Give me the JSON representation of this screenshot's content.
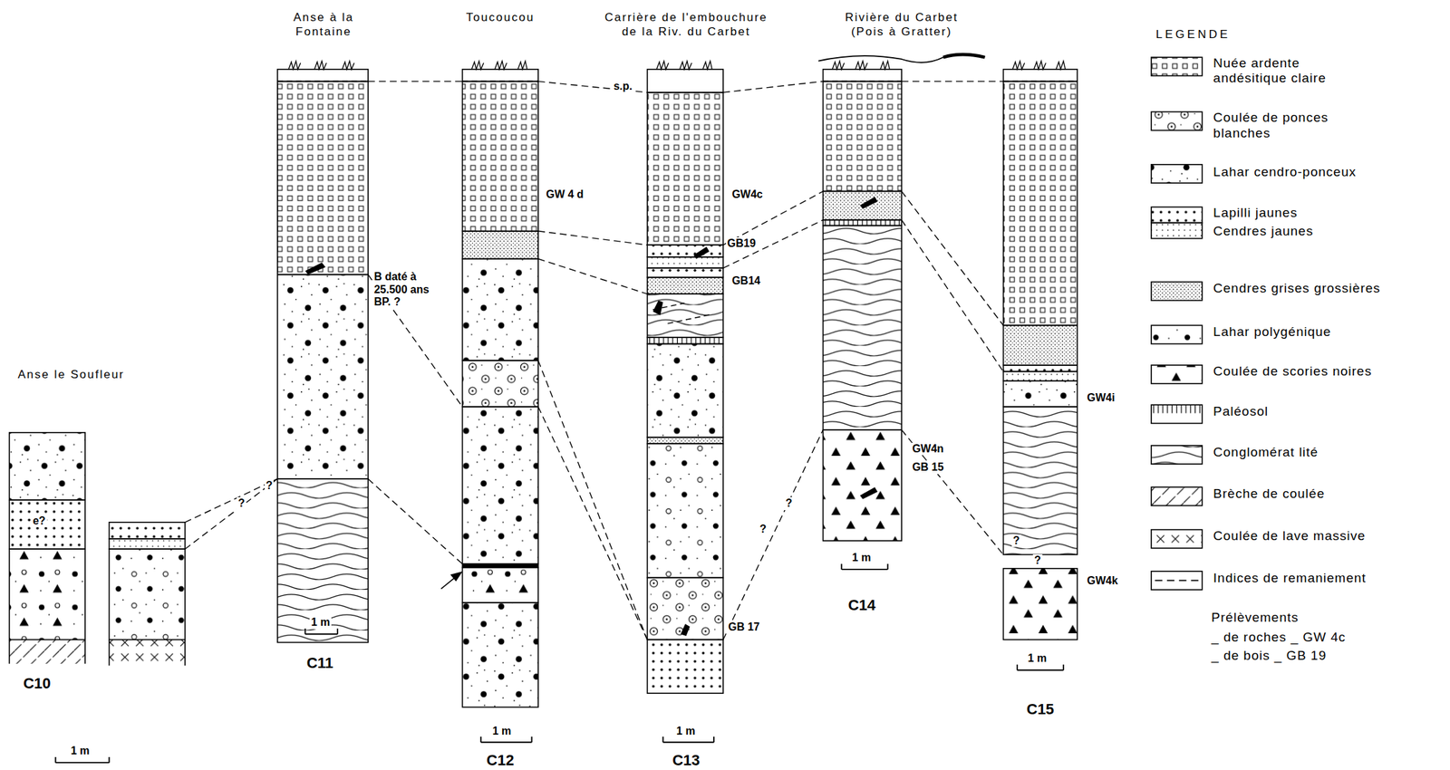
{
  "diagram": {
    "nodes": [
      {
        "text": [
          "Anse le Soufleur",
          "C10"
        ]
      },
      {
        "text": [
          "Anse à la Fontaine",
          "C11"
        ]
      },
      {
        "text": [
          "Toucoucou",
          "C12"
        ]
      },
      {
        "text": [
          "Carrière de l'embouchure de la Riv. du Carbet",
          "C13"
        ]
      },
      {
        "text": [
          "Rivière du Carbet (Pois à Gratter)",
          "C14"
        ]
      },
      {
        "text": [
          "C15"
        ]
      }
    ],
    "edges": [
      {
        "from": 0,
        "to": 1,
        "arrow": "none"
      },
      {
        "from": 0,
        "to": 1,
        "arrow": "none"
      },
      {
        "from": 1,
        "to": 2,
        "arrow": "none"
      },
      {
        "from": 1,
        "to": 2,
        "arrow": "none"
      },
      {
        "from": 1,
        "to": 2,
        "arrow": "none"
      },
      {
        "from": 2,
        "to": 3,
        "arrow": "none"
      },
      {
        "from": 2,
        "to": 3,
        "arrow": "none"
      },
      {
        "from": 2,
        "to": 3,
        "arrow": "none"
      },
      {
        "from": 2,
        "to": 3,
        "arrow": "none"
      },
      {
        "from": 2,
        "to": 3,
        "arrow": "none"
      },
      {
        "from": 3,
        "to": 4,
        "arrow": "none"
      },
      {
        "from": 3,
        "to": 4,
        "arrow": "none"
      },
      {
        "from": 3,
        "to": 4,
        "arrow": "none"
      },
      {
        "from": 3,
        "to": 4,
        "arrow": "none"
      },
      {
        "from": 4,
        "to": 5,
        "arrow": "none"
      },
      {
        "from": 4,
        "to": 5,
        "arrow": "none"
      },
      {
        "from": 4,
        "to": 5,
        "arrow": "none"
      },
      {
        "from": 4,
        "to": 5,
        "arrow": "none"
      }
    ],
    "labels": [
      "LEGENDE",
      "Prélèvements",
      "s.p.",
      "GW 4 d",
      "GW4c",
      "GB19",
      "GB14",
      "GB 17",
      "GW4n",
      "GB 15",
      "GW4i",
      "GW4k",
      "B daté à 25.500 ans BP. ?",
      "e?",
      "?",
      "?",
      "?",
      "?",
      "?",
      "?",
      "1 m",
      "1 m",
      "1 m",
      "1 m",
      "1 m",
      "1 m"
    ],
    "legend": [
      {
        "text": "Nuée ardente andésitique claire"
      },
      {
        "text": "Coulée de ponces blanches"
      },
      {
        "text": "Lahar cendro-ponceux"
      },
      {
        "text": "Lapilli jaunes"
      },
      {
        "text": "Cendres jaunes"
      },
      {
        "text": "Cendres grises grossières"
      },
      {
        "text": "Lahar polygénique"
      },
      {
        "text": "Coulée de scories noires"
      },
      {
        "text": "Paléosol"
      },
      {
        "text": "Conglomérat lité"
      },
      {
        "text": "Brèche de coulée"
      },
      {
        "text": "Coulée de lave massive"
      },
      {
        "text": "Indices de remaniement"
      },
      {
        "text": "_ de roches _ GW 4c"
      },
      {
        "text": "_ de bois _ GB 19"
      }
    ]
  }
}
